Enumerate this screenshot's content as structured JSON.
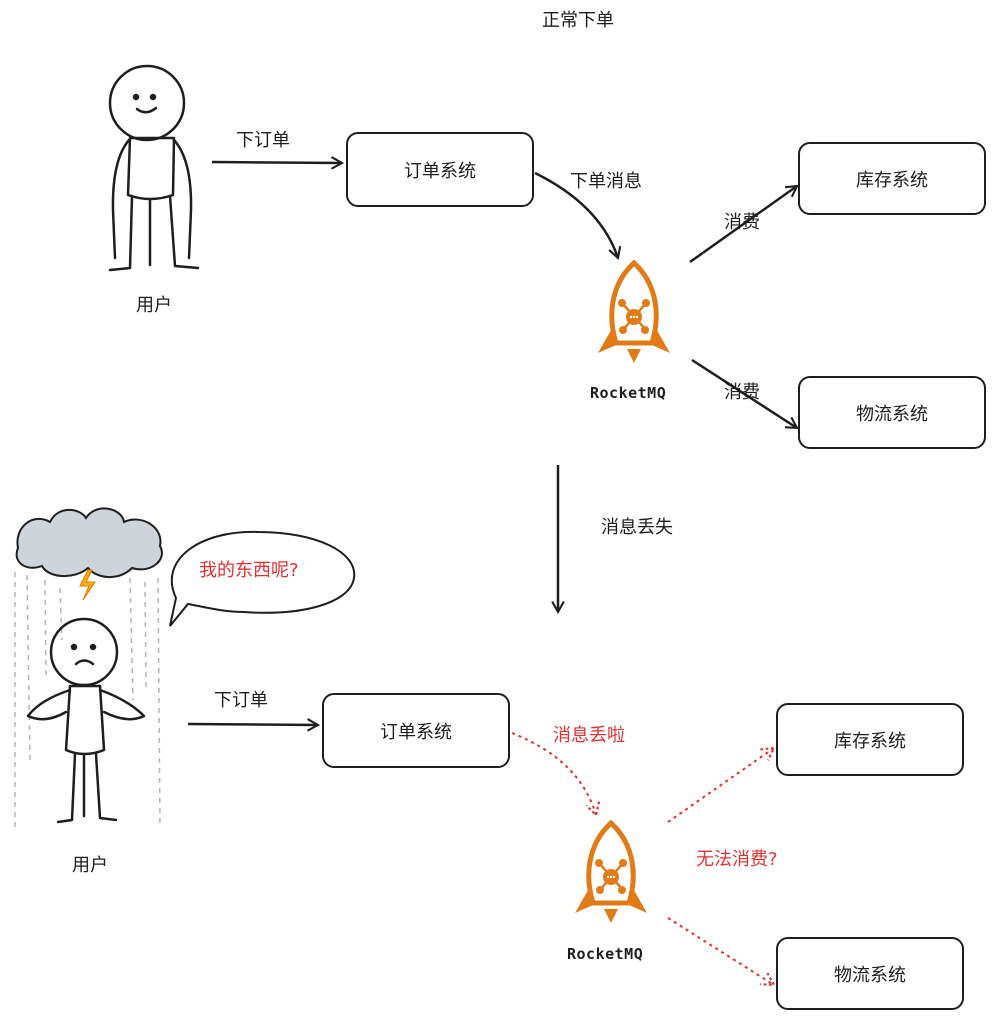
{
  "top": {
    "title": "正常下单",
    "user_label": "用户",
    "place_order": "下订单",
    "order_system": "订单系统",
    "order_message": "下单消息",
    "mq_label": "RocketMQ",
    "consume_1": "消费",
    "consume_2": "消费",
    "inventory_system": "库存系统",
    "logistics_system": "物流系统"
  },
  "middle": {
    "message_lost": "消息丢失"
  },
  "bottom": {
    "speech_bubble": "我的东西呢?",
    "user_label": "用户",
    "place_order": "下订单",
    "order_system": "订单系统",
    "message_lost": "消息丢啦",
    "mq_label": "RocketMQ",
    "cannot_consume": "无法消费?",
    "inventory_system": "库存系统",
    "logistics_system": "物流系统"
  },
  "colors": {
    "ink": "#1e1e1e",
    "mq_orange": "#e07b17",
    "error_red": "#e03131",
    "cloud_gray": "#ced4da"
  }
}
